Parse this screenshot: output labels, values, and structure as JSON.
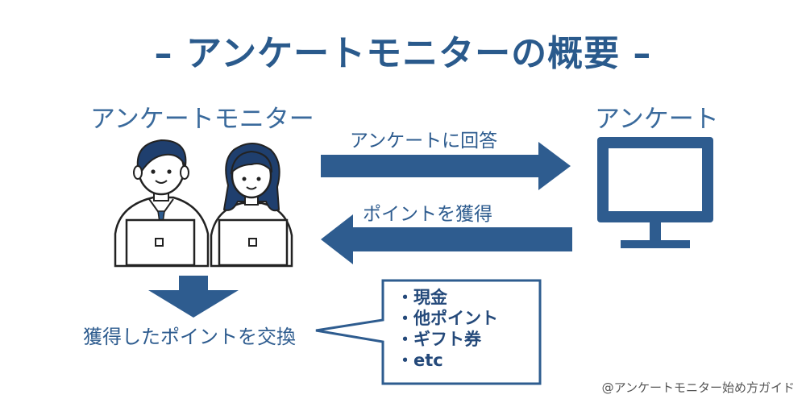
{
  "title": "– アンケートモニターの概要 –",
  "left_label": "アンケートモニター",
  "right_label": "アンケート",
  "arrow_top_label": "アンケートに回答",
  "arrow_bottom_label": "ポイントを獲得",
  "exchange_label": "獲得したポイントを交換",
  "exchange_items": [
    "・現金",
    "・他ポイント",
    "・ギフト券",
    "・etc"
  ],
  "credit": "@アンケートモニター始め方ガイド",
  "colors": {
    "primary": "#2e5c8f",
    "hair": "#1f3f6e",
    "line": "#222222",
    "skin": "#ffffff"
  }
}
